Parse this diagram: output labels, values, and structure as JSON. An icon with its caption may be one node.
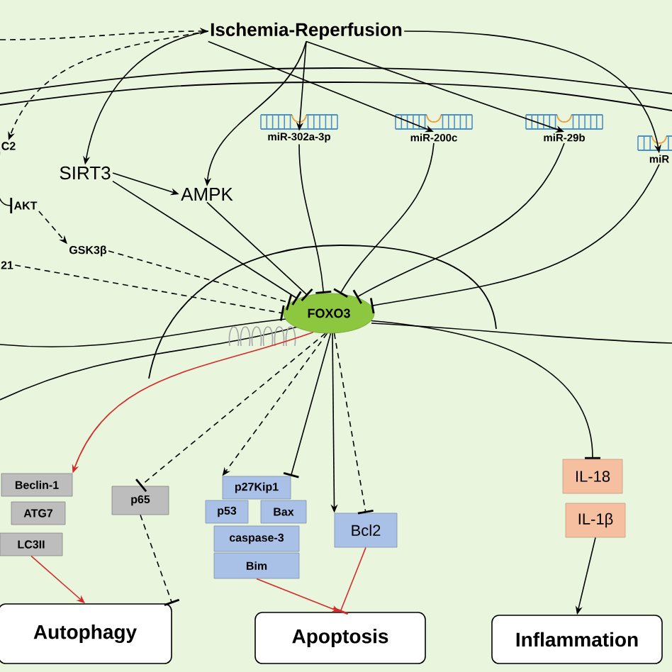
{
  "diagram": {
    "nodes": [
      {
        "text": [
          "Ischemia-Reperfusion"
        ]
      },
      {
        "text": [
          "C2"
        ]
      },
      {
        "text": [
          "AKT"
        ]
      },
      {
        "text": [
          "GSK3β"
        ]
      },
      {
        "text": [
          "21"
        ]
      },
      {
        "text": [
          "SIRT3"
        ]
      },
      {
        "text": [
          "AMPK"
        ]
      },
      {
        "text": [
          "miR-302a-3p"
        ]
      },
      {
        "text": [
          "miR-200c"
        ]
      },
      {
        "text": [
          "miR-29b"
        ]
      },
      {
        "text": [
          "miR"
        ]
      },
      {
        "text": [
          "FOXO3"
        ]
      },
      {
        "text": [
          "Beclin-1"
        ]
      },
      {
        "text": [
          "ATG7"
        ]
      },
      {
        "text": [
          "LC3II"
        ]
      },
      {
        "text": [
          "p65"
        ]
      },
      {
        "text": [
          "p27Kip1"
        ]
      },
      {
        "text": [
          "p53"
        ]
      },
      {
        "text": [
          "Bax"
        ]
      },
      {
        "text": [
          "caspase-3"
        ]
      },
      {
        "text": [
          "Bim"
        ]
      },
      {
        "text": [
          "Bcl2"
        ]
      },
      {
        "text": [
          "IL-18"
        ]
      },
      {
        "text": [
          "IL-1β"
        ]
      },
      {
        "text": [
          "Autophagy"
        ]
      },
      {
        "text": [
          "Apoptosis"
        ]
      },
      {
        "text": [
          "Inflammation"
        ]
      }
    ],
    "edges": [
      {
        "from": null,
        "to": 0,
        "arrow": "to",
        "style": "dashed"
      },
      {
        "from": 0,
        "to": 1,
        "arrow": "to",
        "style": "dashed"
      },
      {
        "from": 0,
        "to": 5,
        "arrow": "to"
      },
      {
        "from": 0,
        "to": 6,
        "arrow": "to"
      },
      {
        "from": 0,
        "to": 7,
        "arrow": "to"
      },
      {
        "from": 0,
        "to": 8,
        "arrow": "to"
      },
      {
        "from": 0,
        "to": 9,
        "arrow": "to"
      },
      {
        "from": 0,
        "to": 10,
        "arrow": "to"
      },
      {
        "from": 1,
        "to": 2,
        "arrow": "other"
      },
      {
        "from": 2,
        "to": 3,
        "arrow": "to",
        "style": "dashed"
      },
      {
        "from": 3,
        "to": 11,
        "arrow": "other",
        "style": "dashed"
      },
      {
        "from": 4,
        "to": 11,
        "arrow": "other",
        "style": "dashed"
      },
      {
        "from": 5,
        "to": 6,
        "arrow": "to"
      },
      {
        "from": 5,
        "to": 11,
        "arrow": "other"
      },
      {
        "from": 6,
        "to": 11,
        "arrow": "other"
      },
      {
        "from": 7,
        "to": 11,
        "arrow": "other"
      },
      {
        "from": 8,
        "to": 11,
        "arrow": "other"
      },
      {
        "from": 9,
        "to": 11,
        "arrow": "other"
      },
      {
        "from": 10,
        "to": 11,
        "arrow": "other"
      },
      {
        "from": 11,
        "to": 12,
        "arrow": "to",
        "color": "#d42a2a"
      },
      {
        "from": 11,
        "to": 15,
        "arrow": "other",
        "style": "dashed"
      },
      {
        "from": 11,
        "to": 16,
        "arrow": "to",
        "style": "dashed"
      },
      {
        "from": 11,
        "to": 16,
        "arrow": "other"
      },
      {
        "from": 11,
        "to": 21,
        "arrow": "to"
      },
      {
        "from": 11,
        "to": 21,
        "arrow": "other",
        "style": "dashed"
      },
      {
        "from": 11,
        "to": 22,
        "arrow": "other"
      },
      {
        "from": 14,
        "to": 24,
        "arrow": "to",
        "color": "#d42a2a"
      },
      {
        "from": 15,
        "to": 24,
        "arrow": "other",
        "style": "dashed"
      },
      {
        "from": 20,
        "to": 25,
        "arrow": "to",
        "color": "#d42a2a"
      },
      {
        "from": 21,
        "to": 25,
        "arrow": "other",
        "color": "#d42a2a"
      },
      {
        "from": 23,
        "to": 26,
        "arrow": "to"
      }
    ]
  }
}
